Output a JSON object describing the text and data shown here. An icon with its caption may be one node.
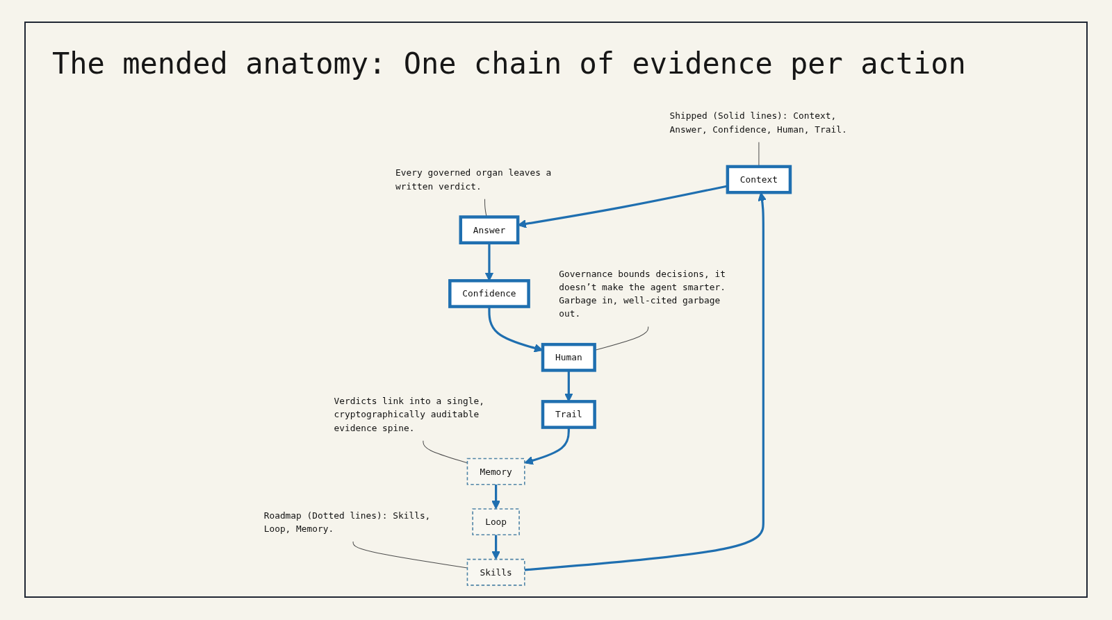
{
  "diagram": {
    "title": "The mended anatomy: One chain of evidence per action",
    "nodes": [
      {
        "text": [
          "Shipped (Solid lines): Context, Answer, Confidence, Human, Trail."
        ]
      },
      {
        "text": [
          "Every governed organ leaves a written verdict."
        ]
      },
      {
        "text": [
          "Context"
        ]
      },
      {
        "text": [
          "Roadmap (Dotted lines): Skills, Loop, Memory."
        ]
      },
      {
        "text": [
          "Skills"
        ]
      },
      {
        "text": [
          "Answer"
        ]
      },
      {
        "text": [
          "Loop"
        ]
      },
      {
        "text": [
          "Confidence"
        ]
      },
      {
        "text": [
          "Memory"
        ]
      },
      {
        "text": [
          "Human"
        ]
      },
      {
        "text": [
          "Verdicts link into a single, cryptographically auditable evidence spine."
        ]
      },
      {
        "text": [
          "Governance bounds decisions, it doesn’t make the agent smarter. Garbage in, well-cited garbage out."
        ]
      },
      {
        "text": [
          "Trail"
        ]
      }
    ],
    "edges": [
      {
        "from": 2,
        "to": 5,
        "arrow": "to"
      },
      {
        "from": 5,
        "to": 7,
        "arrow": "to"
      },
      {
        "from": 7,
        "to": 9,
        "arrow": "to"
      },
      {
        "from": 9,
        "to": 12,
        "arrow": "to"
      },
      {
        "from": 12,
        "to": 8,
        "arrow": "to"
      },
      {
        "from": 8,
        "to": 6,
        "arrow": "to"
      },
      {
        "from": 6,
        "to": 4,
        "arrow": "to"
      },
      {
        "from": 4,
        "to": 2,
        "arrow": "to"
      },
      {
        "from": 0,
        "to": 2,
        "arrow": "none",
        "color": "#4d4d4d"
      },
      {
        "from": 1,
        "to": 5,
        "arrow": "none",
        "color": "#4d4d4d"
      },
      {
        "from": 3,
        "to": 4,
        "arrow": "none",
        "color": "#4d4d4d"
      },
      {
        "from": 10,
        "to": 8,
        "arrow": "none",
        "color": "#4d4d4d"
      },
      {
        "from": 11,
        "to": 9,
        "arrow": "none",
        "color": "#4d4d4d"
      }
    ]
  }
}
